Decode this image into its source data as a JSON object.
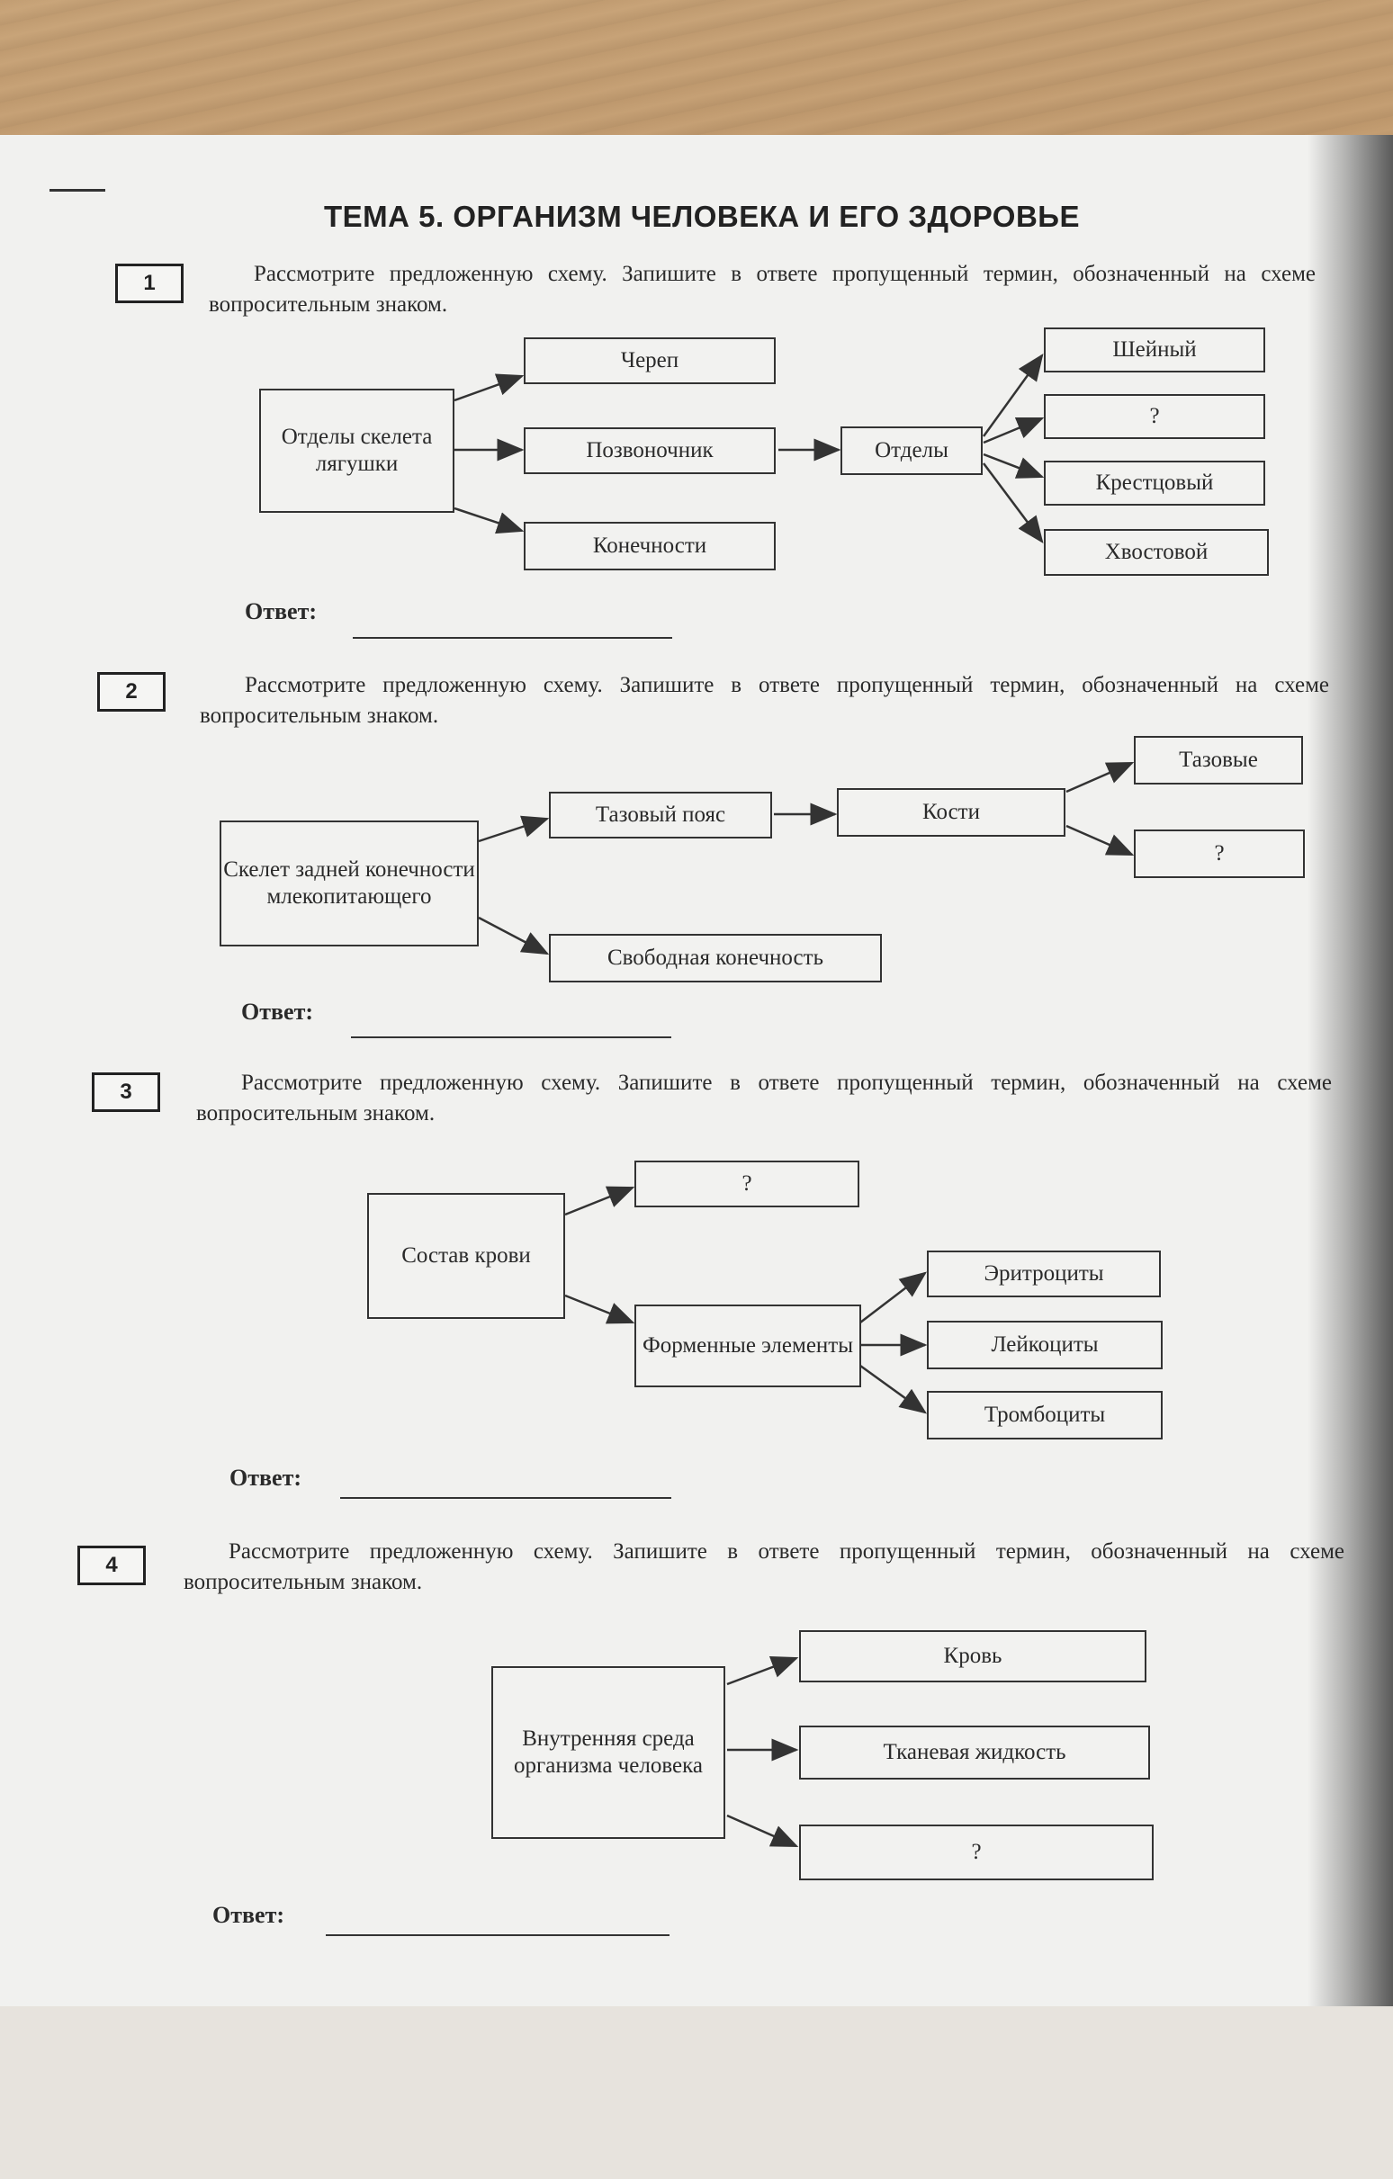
{
  "title": "ТЕМА 5. ОРГАНИЗМ ЧЕЛОВЕКА И ЕГО ЗДОРОВЬЕ",
  "answer_label": "Ответ:",
  "tasks": [
    {
      "number": "1",
      "text": "Рассмотрите предложенную схему. Запишите в ответе пропущенный термин, обозначенный на схеме вопросительным знаком.",
      "nodes": {
        "root": "Отделы скелета лягушки",
        "skull": "Череп",
        "spine": "Позвоночник",
        "limbs": "Конечности",
        "sections": "Отделы",
        "cervical": "Шейный",
        "missing": "?",
        "sacral": "Крестцовый",
        "caudal": "Хвостовой"
      }
    },
    {
      "number": "2",
      "text": "Рассмотрите предложенную схему. Запишите в ответе пропущенный термин, обозначенный на схеме вопросительным знаком.",
      "nodes": {
        "root": "Скелет задней конечности млекопитающего",
        "pelvic_girdle": "Тазовый пояс",
        "free_limb": "Свободная конечность",
        "bones": "Кости",
        "pelvic": "Тазовые",
        "missing": "?"
      }
    },
    {
      "number": "3",
      "text": "Рассмотрите предложенную схему. Запишите в ответе пропущенный термин, обозначенный на схеме вопросительным знаком.",
      "nodes": {
        "root": "Состав крови",
        "missing": "?",
        "formed": "Форменные элементы",
        "erythrocytes": "Эритроциты",
        "leukocytes": "Лейкоциты",
        "thrombocytes": "Тромбоциты"
      }
    },
    {
      "number": "4",
      "text": "Рассмотрите предложенную схему. Запишите в ответе пропущенный термин, обозначенный на схеме вопросительным знаком.",
      "nodes": {
        "root": "Внутренняя среда организма человека",
        "blood": "Кровь",
        "tissue_fluid": "Тканевая жидкость",
        "missing": "?"
      }
    }
  ]
}
